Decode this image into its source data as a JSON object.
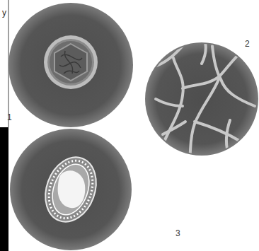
{
  "diagram": {
    "labels": [
      "y",
      "1",
      "2",
      "3"
    ]
  }
}
